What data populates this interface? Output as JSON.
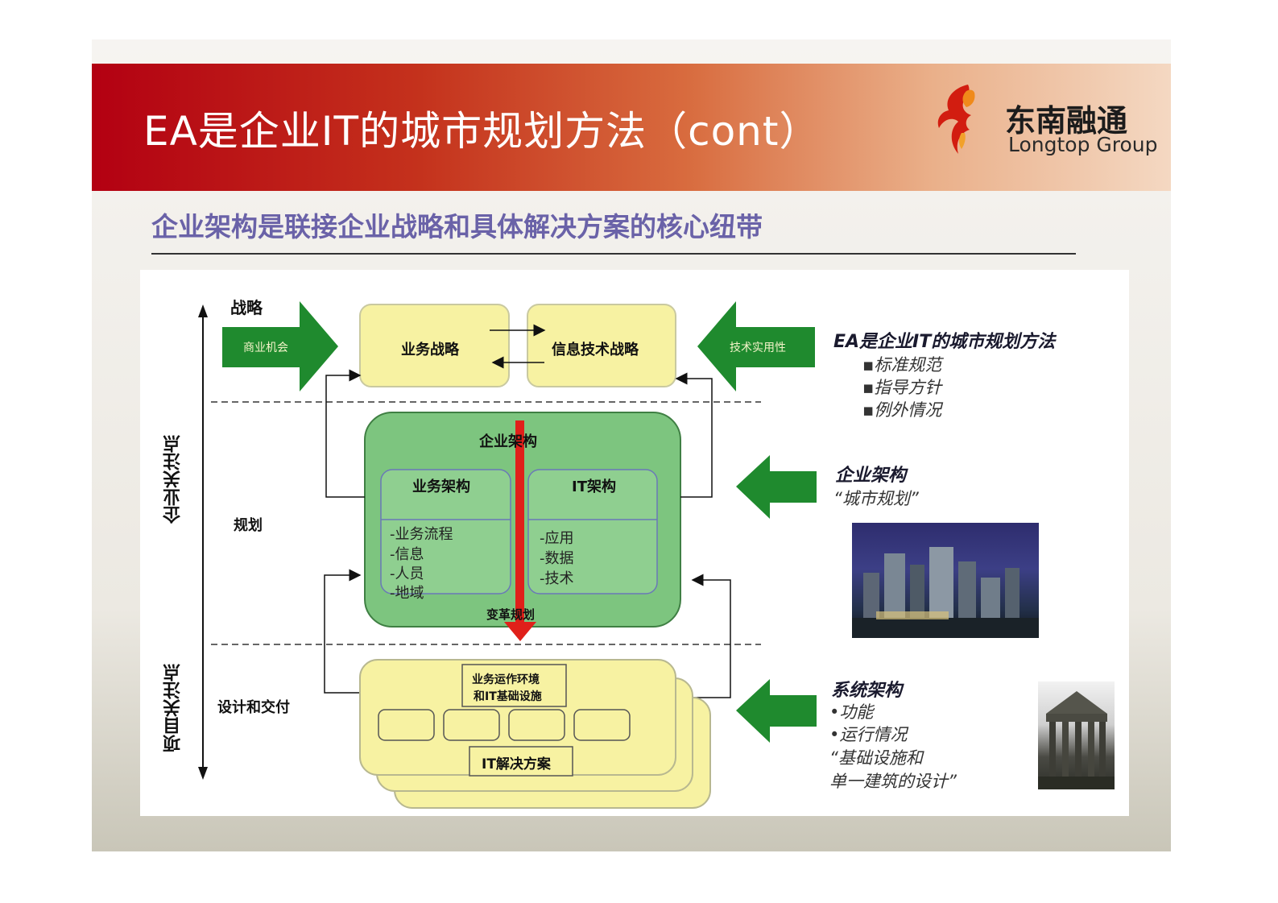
{
  "slide": {
    "title": "EA是企业IT的城市规划方法（cont）",
    "subtitle": "企业架构是联接企业战略和具体解决方案的核心纽带",
    "logo": {
      "cn": "东南融通",
      "en": "Longtop Group"
    }
  },
  "diagram": {
    "axis": {
      "enterprise_focus": "企业关注点",
      "project_focus": "项目关注点"
    },
    "levels": {
      "strategy": "战略",
      "planning": "规划",
      "design_delivery": "设计和交付"
    },
    "arrows": {
      "business_opportunity": "商业机会",
      "tech_practicality": "技术实用性"
    },
    "boxes": {
      "business_strategy": "业务战略",
      "it_strategy": "信息技术战略",
      "enterprise_architecture": "企业架构",
      "business_architecture": "业务架构",
      "it_architecture": "IT架构",
      "business_items": [
        "-业务流程",
        "-信息",
        "-人员",
        "-地域"
      ],
      "it_items": [
        "-应用",
        "-数据",
        "-技术"
      ],
      "change_planning": "变革规划",
      "ops_env": [
        "业务运作环境",
        "和IT基础设施"
      ],
      "it_solution": "IT解决方案"
    }
  },
  "notes": {
    "ea": {
      "title": "EA是企业IT的城市规划方法",
      "items": [
        "▪标准规范",
        "▪指导方针",
        "▪例外情况"
      ]
    },
    "enterprise": {
      "title": "企业架构",
      "quote": "“城市规划”"
    },
    "system": {
      "title": "系统架构",
      "lines": [
        "•功能",
        "•运行情况",
        "“基础设施和",
        "单一建筑的设计”"
      ]
    }
  },
  "colors": {
    "accent_red": "#b30012",
    "arrow_green": "#1f8a2e",
    "box_yellow": "#f7f2a2",
    "ea_green": "#7dc57f",
    "subtitle_purple": "#6a62a8"
  }
}
